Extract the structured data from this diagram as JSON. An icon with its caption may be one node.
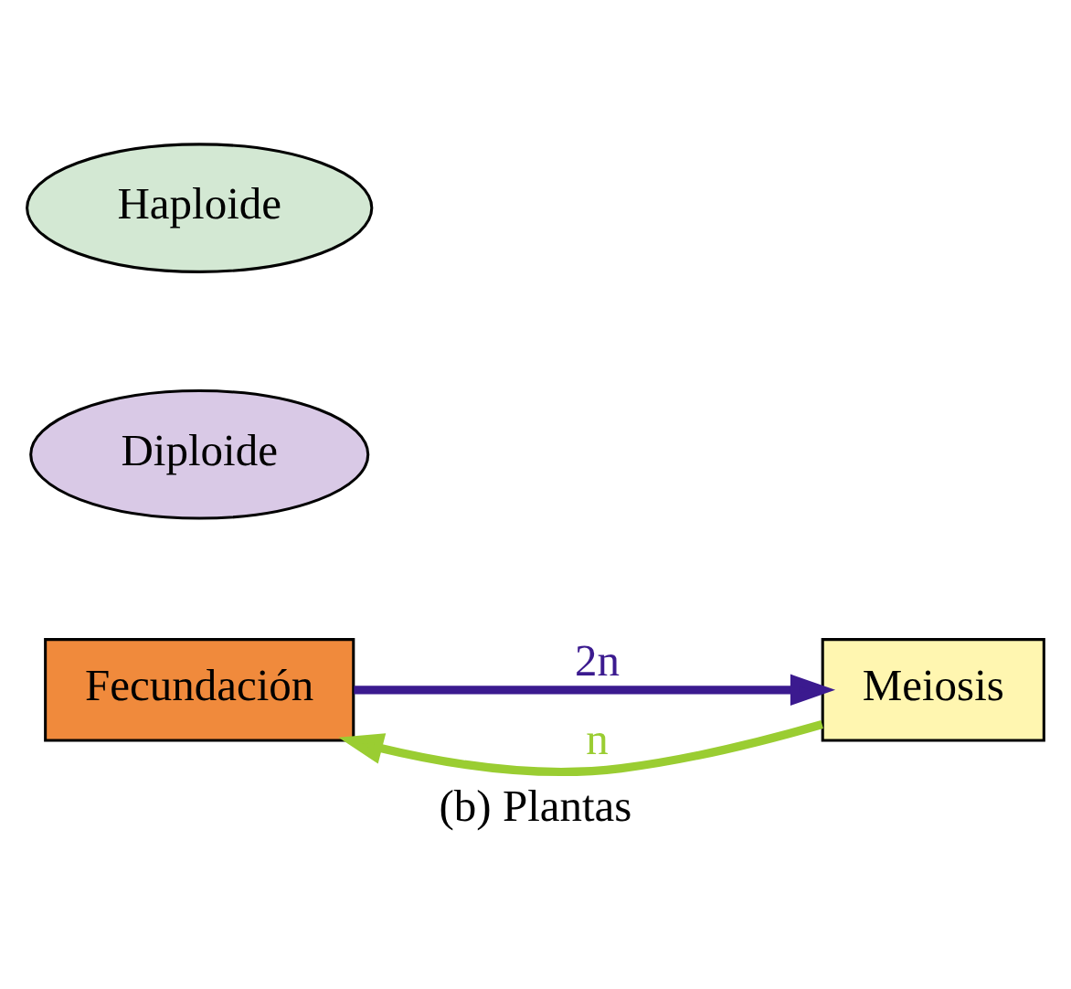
{
  "diagram": {
    "caption": "(b) Plantas",
    "nodes": [
      {
        "text": [
          "Fecundación"
        ]
      },
      {
        "text": [
          "Meiosis"
        ]
      },
      {
        "text": [
          "Diploide"
        ]
      },
      {
        "text": [
          "Haploide"
        ]
      }
    ],
    "edges": [
      {
        "from": 0,
        "to": 1,
        "arrow": "to",
        "label": "2n",
        "color": "#3b1a8f"
      },
      {
        "from": 1,
        "to": 0,
        "arrow": "to",
        "label": "n",
        "color": "#9acd32"
      }
    ]
  }
}
